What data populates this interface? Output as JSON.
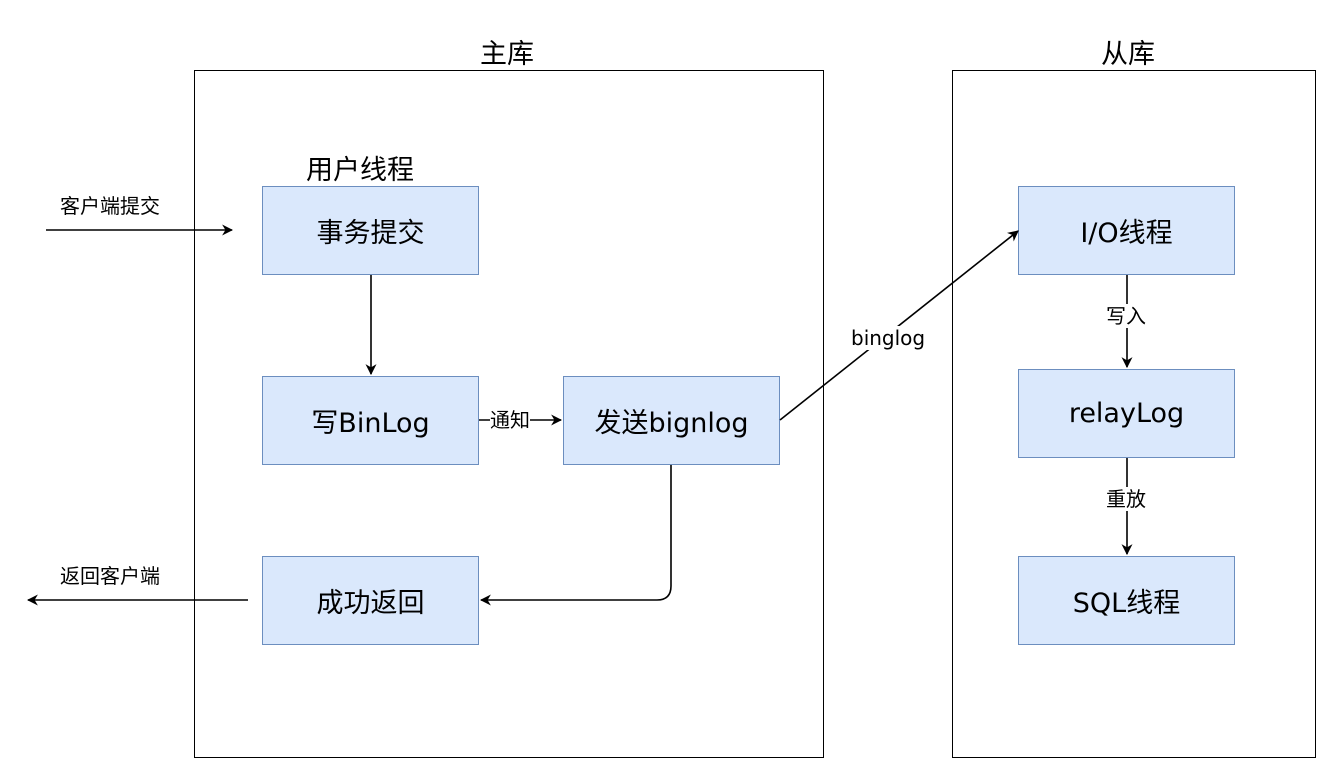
{
  "master": {
    "title": "主库",
    "thread_label": "用户线程",
    "nodes": {
      "commit": "事务提交",
      "write_binlog": "写BinLog",
      "send_binlog": "发送bignlog",
      "success_return": "成功返回"
    },
    "edge_labels": {
      "notify": "通知"
    }
  },
  "slave": {
    "title": "从库",
    "nodes": {
      "io_thread": "I/O线程",
      "relay_log": "relayLog",
      "sql_thread": "SQL线程"
    },
    "edge_labels": {
      "write_in": "写入",
      "replay": "重放"
    }
  },
  "external": {
    "client_commit": "客户端提交",
    "return_client": "返回客户端",
    "binlog_transfer": "binglog"
  }
}
